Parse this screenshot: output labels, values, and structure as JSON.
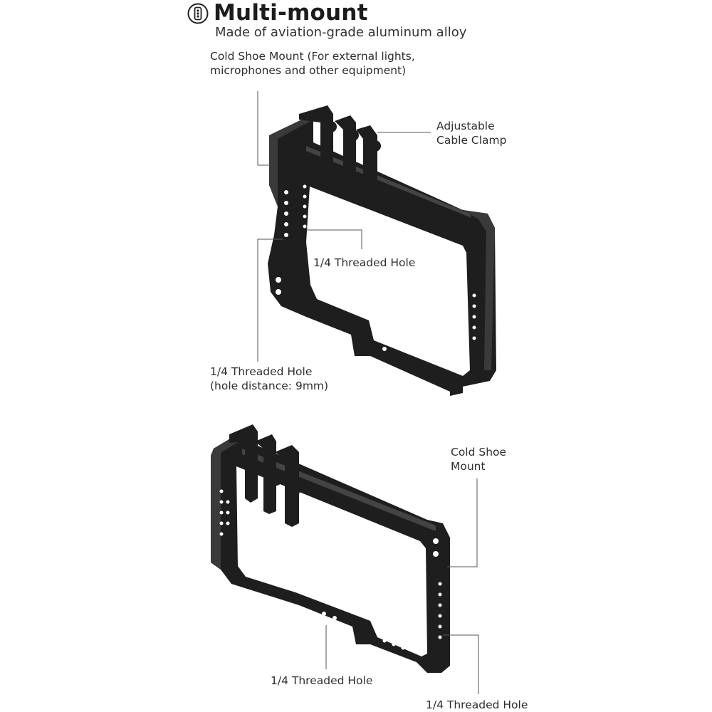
{
  "header": {
    "title": "Multi-mount",
    "subtitle": "Made of aviation-grade aluminum alloy",
    "badge_icon": "multi-mount-icon"
  },
  "colors": {
    "metal": "#1e1e1e",
    "metal_highlight": "#3a3a3a",
    "leader_line": "#555555"
  },
  "top_view": {
    "callouts": {
      "cold_shoe": {
        "line1": "Cold Shoe Mount (For external lights,",
        "line2": "microphones and other equipment)"
      },
      "cable_clamp": {
        "line1": "Adjustable",
        "line2": "Cable Clamp"
      },
      "threaded_hole": "1/4 Threaded Hole",
      "threaded_hole_spacing": {
        "line1": "1/4 Threaded Hole",
        "line2": "(hole distance: 9mm)"
      }
    }
  },
  "bottom_view": {
    "callouts": {
      "cold_shoe": {
        "line1": "Cold Shoe",
        "line2": "Mount"
      },
      "threaded_hole_bottom": "1/4 Threaded Hole",
      "threaded_hole_side": "1/4 Threaded Hole"
    }
  }
}
